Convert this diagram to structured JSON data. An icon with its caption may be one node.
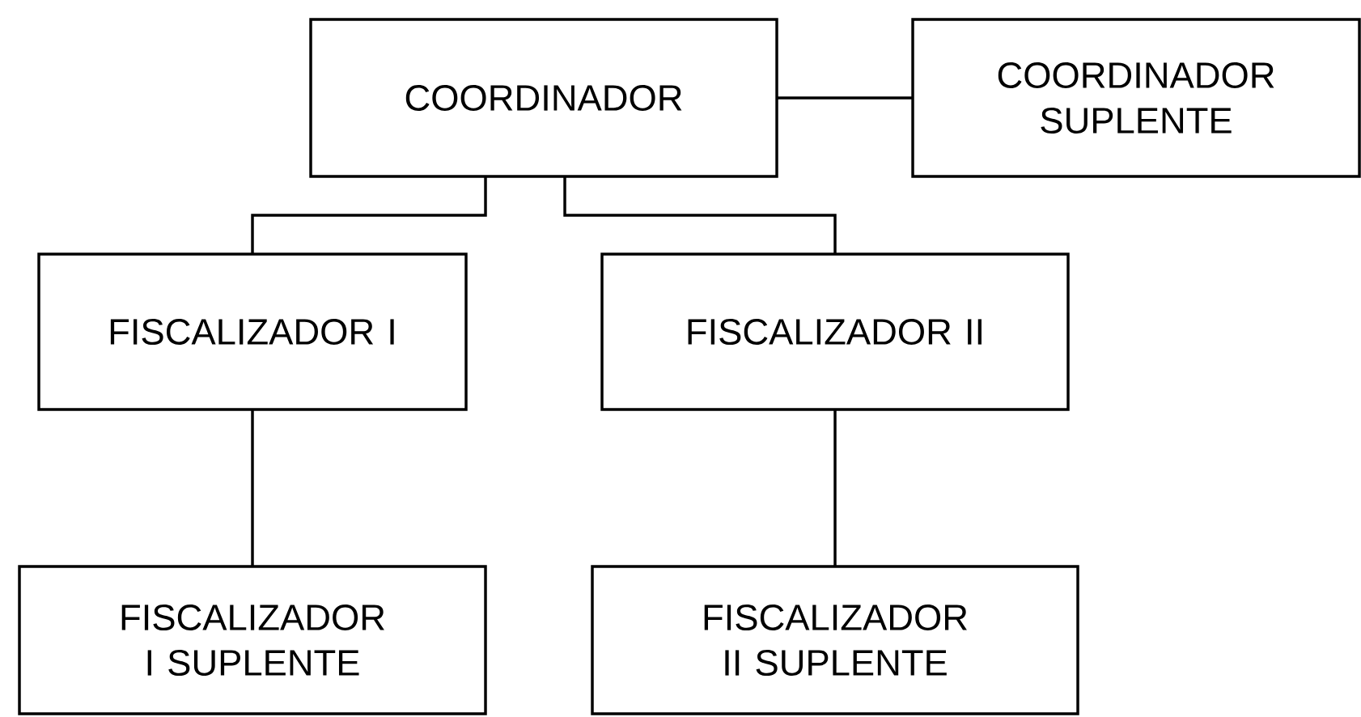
{
  "diagram": {
    "nodes": [
      {
        "text": [
          "COORDINADOR"
        ]
      },
      {
        "text": [
          "COORDINADOR SUPLENTE"
        ]
      },
      {
        "text": [
          "FISCALIZADOR I"
        ]
      },
      {
        "text": [
          "FISCALIZADOR II"
        ]
      },
      {
        "text": [
          "FISCALIZADOR I SUPLENTE"
        ]
      },
      {
        "text": [
          "FISCALIZADOR II SUPLENTE"
        ]
      }
    ],
    "edges": [
      {
        "from": 0,
        "to": 1,
        "arrow": "none"
      },
      {
        "from": 0,
        "to": 2,
        "arrow": "none"
      },
      {
        "from": 0,
        "to": 3,
        "arrow": "none"
      },
      {
        "from": 2,
        "to": 4,
        "arrow": "none"
      },
      {
        "from": 3,
        "to": 5,
        "arrow": "none"
      }
    ]
  }
}
